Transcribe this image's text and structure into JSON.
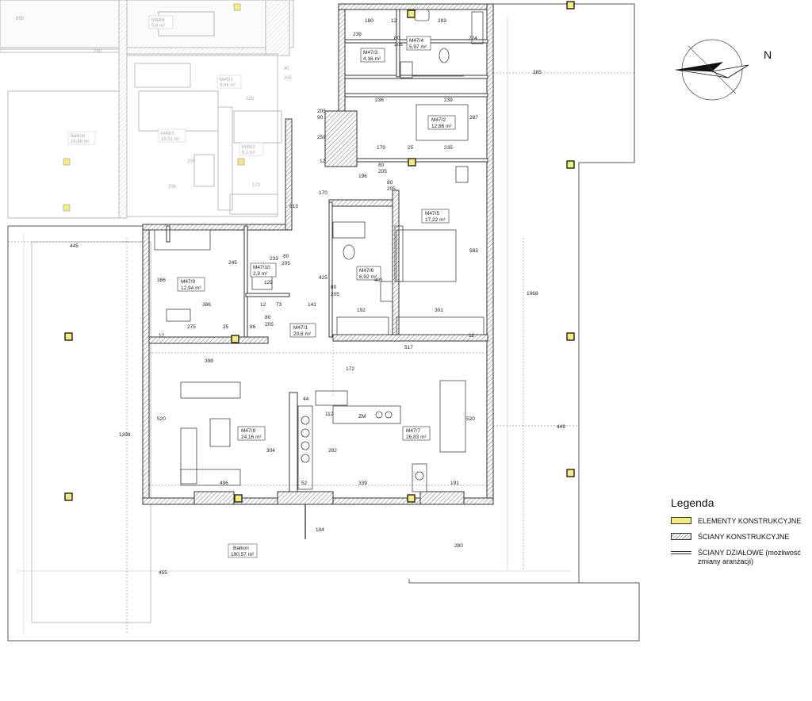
{
  "compass": {
    "north_label": "N"
  },
  "legend": {
    "title": "Legenda",
    "items": [
      {
        "key": "structural",
        "label": "ELEMENTY KONSTRUKCYJNE",
        "color": "#f5ec7a"
      },
      {
        "key": "walls",
        "label": "ŚCIANY KONSTRUKCYJNE"
      },
      {
        "key": "partitions",
        "label": "ŚCIANY DZIAŁOWE (możliwość zmiany aranżacji)"
      }
    ]
  },
  "rooms": {
    "m47_1": {
      "id": "M47/1",
      "area": "20,6 m²"
    },
    "m47_2": {
      "id": "M47/2",
      "area": "12,86 m²"
    },
    "m47_3": {
      "id": "M47/3",
      "area": "4,16 m²"
    },
    "m47_4": {
      "id": "M47/4",
      "area": "5,97 m²"
    },
    "m47_5": {
      "id": "M47/5",
      "area": "17,22 m²"
    },
    "m47_6": {
      "id": "M47/6",
      "area": "6,92 m²"
    },
    "m47_7": {
      "id": "M47/7",
      "area": "26,83 m²"
    },
    "m47_8": {
      "id": "M47/8",
      "area": "24,16 m²"
    },
    "m47_9": {
      "id": "M47/9",
      "area": "12,94 m²"
    },
    "m47_10": {
      "id": "M47/10",
      "area": "2,9 m²"
    },
    "balkon": {
      "id": "Balkon",
      "area": "190,57 m²"
    },
    "zm": "ZM"
  },
  "neighbour_rooms": {
    "m49_4": {
      "id": "M49/4",
      "area": "5,8 m²"
    },
    "m49_1": {
      "id": "M49/1",
      "area": "8,04 m²"
    },
    "m49_3": {
      "id": "M49/3",
      "area": "15,91 m²"
    },
    "m49_2": {
      "id": "M49/2",
      "area": "6,1 m²"
    },
    "balkon": {
      "id": "Balkon",
      "area": "16,89 m²"
    },
    "dims": [
      "885",
      "280",
      "229",
      "206",
      "173",
      "205",
      "90",
      "200"
    ]
  },
  "dimensions": {
    "d180": "180",
    "d12": "12",
    "d283": "283",
    "d224": "224",
    "d239a": "239",
    "d80a": "80",
    "d205a": "205",
    "d236": "236",
    "d239b": "239",
    "d287": "287",
    "d90": "90",
    "d205b": "205",
    "d259": "259",
    "d179": "179",
    "d25a": "25",
    "d235": "235",
    "d12b": "12",
    "d196": "196",
    "d80b": "80",
    "d205c": "205",
    "d80c": "80",
    "d205d": "205",
    "d170": "170",
    "d613": "613",
    "d285": "285",
    "d445": "445",
    "d386a": "386",
    "d386b": "386",
    "d245": "245",
    "d233": "233",
    "d80d": "80",
    "d205e": "205",
    "d129": "129",
    "d425": "425",
    "d80e": "80",
    "d205f": "205",
    "d401": "401",
    "d583": "583",
    "d12c": "12",
    "d73": "73",
    "d141": "141",
    "d80f": "80",
    "d205g": "205",
    "d192": "192",
    "d301": "301",
    "d275": "275",
    "d25b": "25",
    "d86": "86",
    "d12d": "12",
    "d517": "517",
    "d12e": "12",
    "d1968": "1968",
    "d398": "398",
    "d172": "172",
    "d44": "44",
    "d112": "112",
    "d520a": "520",
    "d520b": "520",
    "d304": "304",
    "d292": "292",
    "d449": "449",
    "d1398": "1398",
    "d496": "496",
    "d52": "52",
    "d339": "339",
    "d191": "191",
    "d104": "104",
    "d455": "455",
    "d280": "280"
  }
}
